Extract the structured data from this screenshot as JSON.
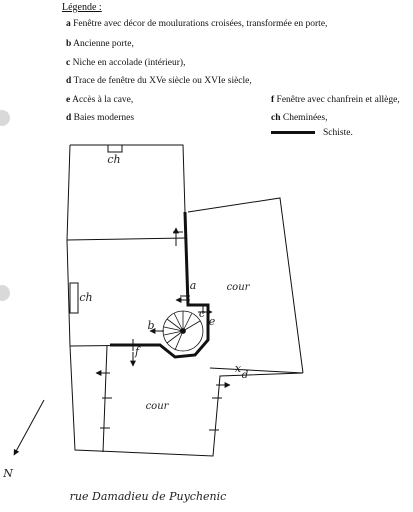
{
  "legend": {
    "title": "Légende :",
    "items": [
      {
        "key": "a",
        "text": "Fenêtre avec décor de moulurations croisées, transformée en porte,"
      },
      {
        "key": "b",
        "text": "Ancienne porte,"
      },
      {
        "key": "c",
        "text": "Niche en accolade (intérieur),"
      },
      {
        "key": "d",
        "text": "Trace de fenêtre du XVe siècle ou XVIe siècle,"
      },
      {
        "key": "e",
        "text": "Accès à la cave,"
      },
      {
        "key": "d",
        "text": "Baies modernes"
      },
      {
        "key": "f",
        "text": "Fenêtre avec chanfrein et allège,"
      },
      {
        "key": "ch",
        "text": "Cheminées,"
      },
      {
        "key": "",
        "text": "Schiste."
      }
    ]
  },
  "plan": {
    "labels": {
      "ch_top": "ch",
      "ch_left": "ch",
      "cour_right": "cour",
      "cour_bottom": "cour",
      "a": "a",
      "b": "b",
      "c": "c",
      "e": "e",
      "f": "f",
      "d": "d",
      "x": "x"
    },
    "north": "N",
    "street": "rue Damadieu de Puychenic"
  }
}
